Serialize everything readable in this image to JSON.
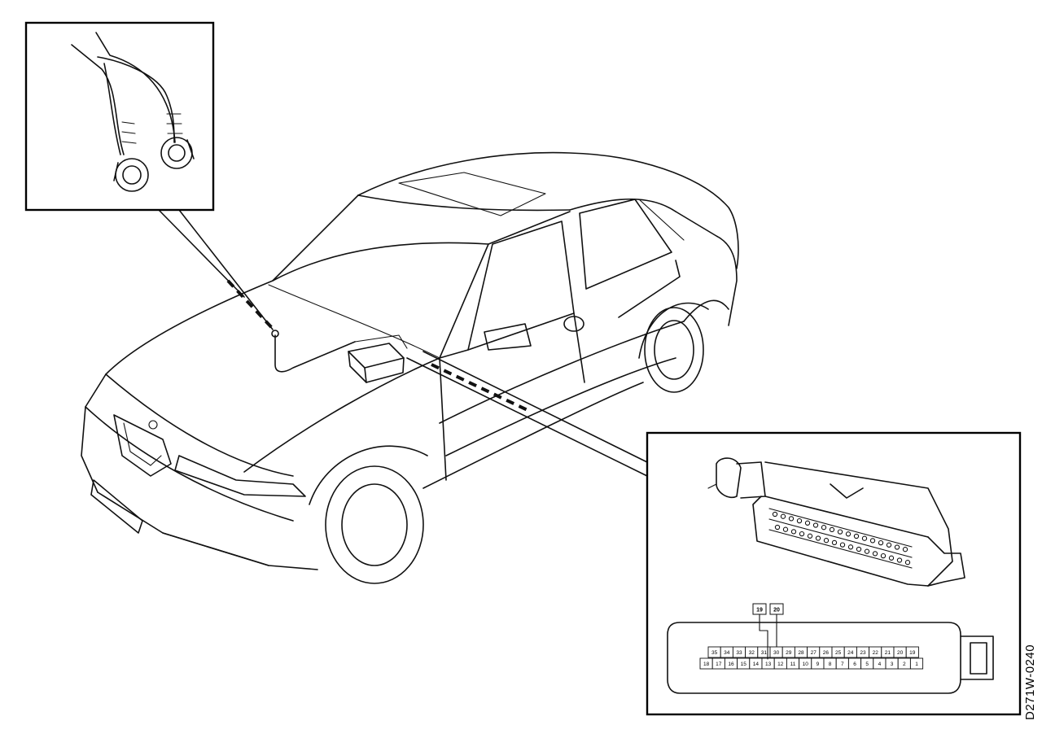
{
  "reference_code": "D271W-0240",
  "connector": {
    "callouts": [
      "19",
      "20"
    ],
    "top_row": [
      "35",
      "34",
      "33",
      "32",
      "31",
      "30",
      "29",
      "28",
      "27",
      "26",
      "25",
      "24",
      "23",
      "22",
      "21",
      "20",
      "19"
    ],
    "bottom_row": [
      "18",
      "17",
      "16",
      "15",
      "14",
      "13",
      "12",
      "11",
      "10",
      "9",
      "8",
      "7",
      "6",
      "5",
      "4",
      "3",
      "2",
      "1"
    ]
  }
}
